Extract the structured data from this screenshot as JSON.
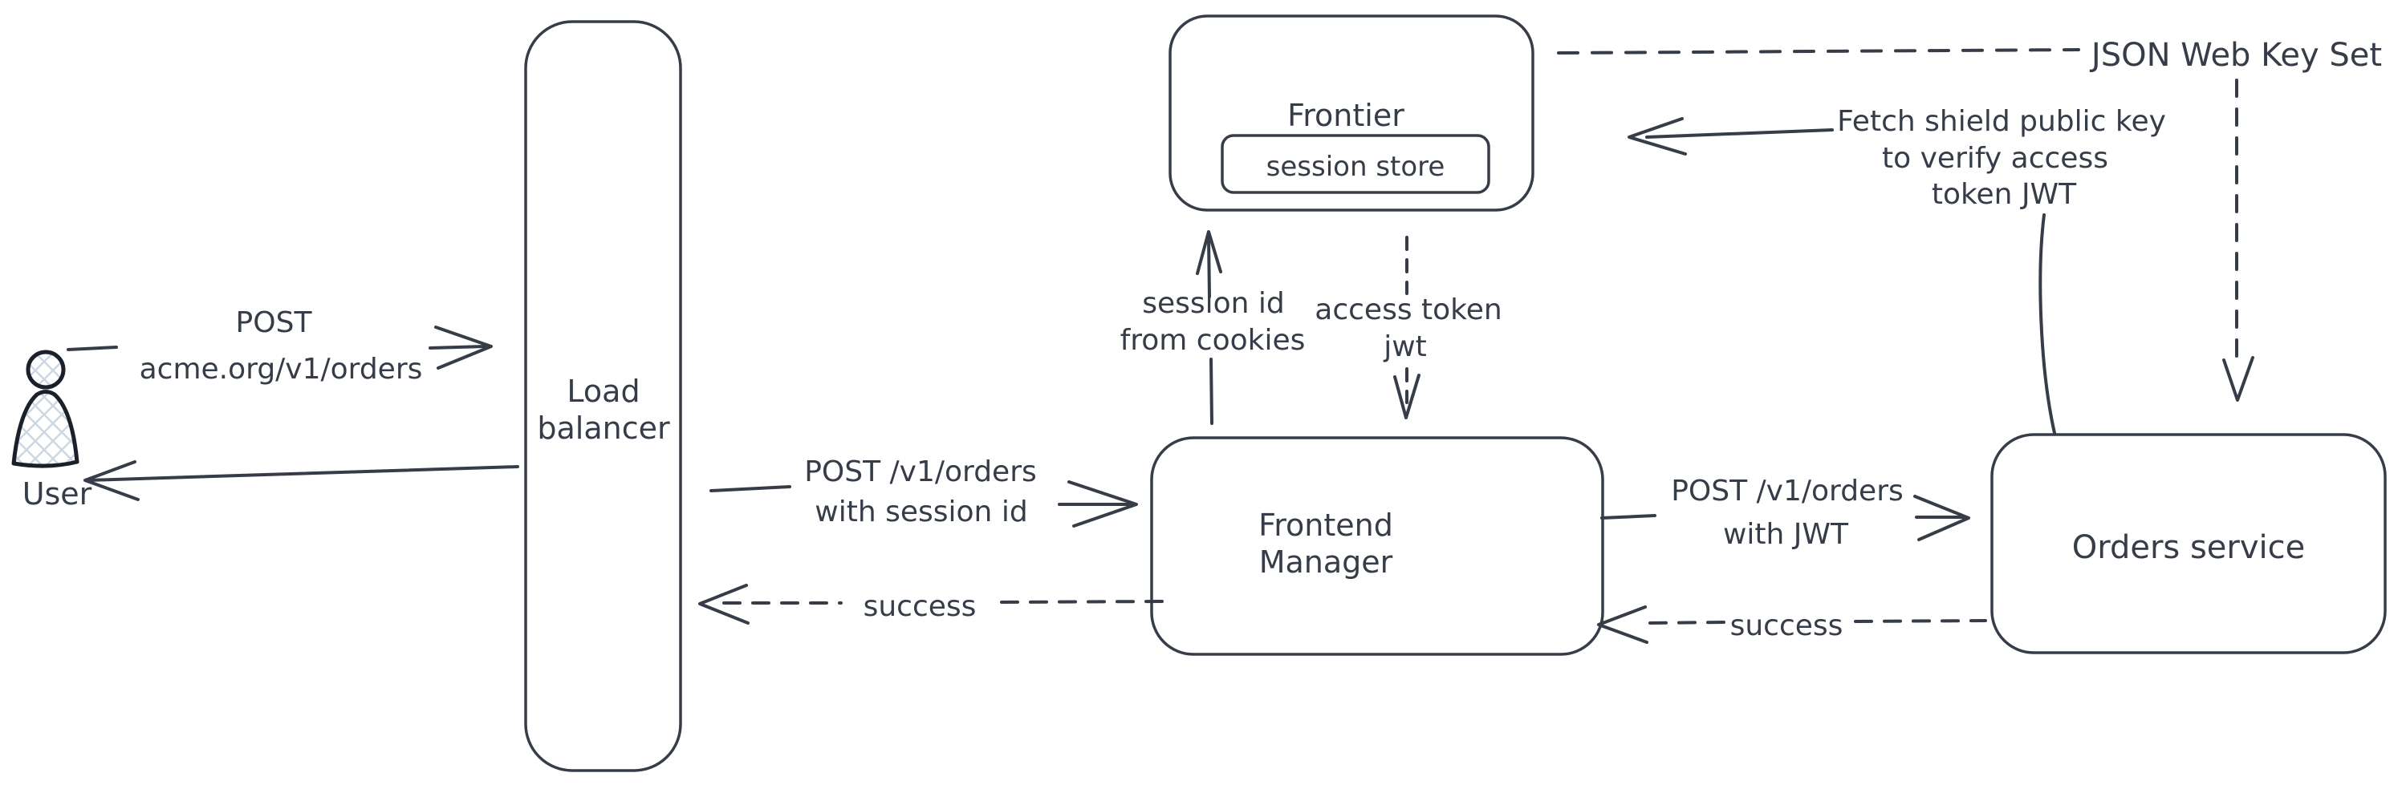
{
  "diagram": {
    "colors": {
      "ink": "#363d48",
      "outline": "#1b212b",
      "hatch": "#ccd7e2",
      "background": "#ffffff"
    },
    "nodes": {
      "user": {
        "label": "User"
      },
      "load_balancer": {
        "lines": [
          "Load",
          "balancer"
        ]
      },
      "frontier": {
        "label": "Frontier"
      },
      "session_store": {
        "label": "session store"
      },
      "frontend_manager": {
        "lines": [
          "Frontend",
          "Manager"
        ]
      },
      "orders_service": {
        "label": "Orders service"
      },
      "json_web_key_set": {
        "label": "JSON Web Key Set"
      }
    },
    "edges": {
      "user_to_load_balancer": {
        "lines": [
          "POST",
          "acme.org/v1/orders"
        ]
      },
      "load_balancer_to_frontend_manager": {
        "lines": [
          "POST /v1/orders",
          "with session id"
        ]
      },
      "frontend_manager_to_load_balancer": {
        "label": "success"
      },
      "frontend_manager_to_frontier": {
        "lines": [
          "session id",
          "from cookies"
        ]
      },
      "frontier_to_frontend_manager": {
        "lines": [
          "access token",
          "jwt"
        ]
      },
      "frontend_manager_to_orders_service": {
        "lines": [
          "POST /v1/orders",
          "with JWT"
        ]
      },
      "orders_service_to_frontend_manager": {
        "label": "success"
      },
      "orders_service_to_frontier": {
        "lines": [
          "Fetch shield public key",
          "to verify access",
          "token JWT"
        ]
      }
    }
  }
}
